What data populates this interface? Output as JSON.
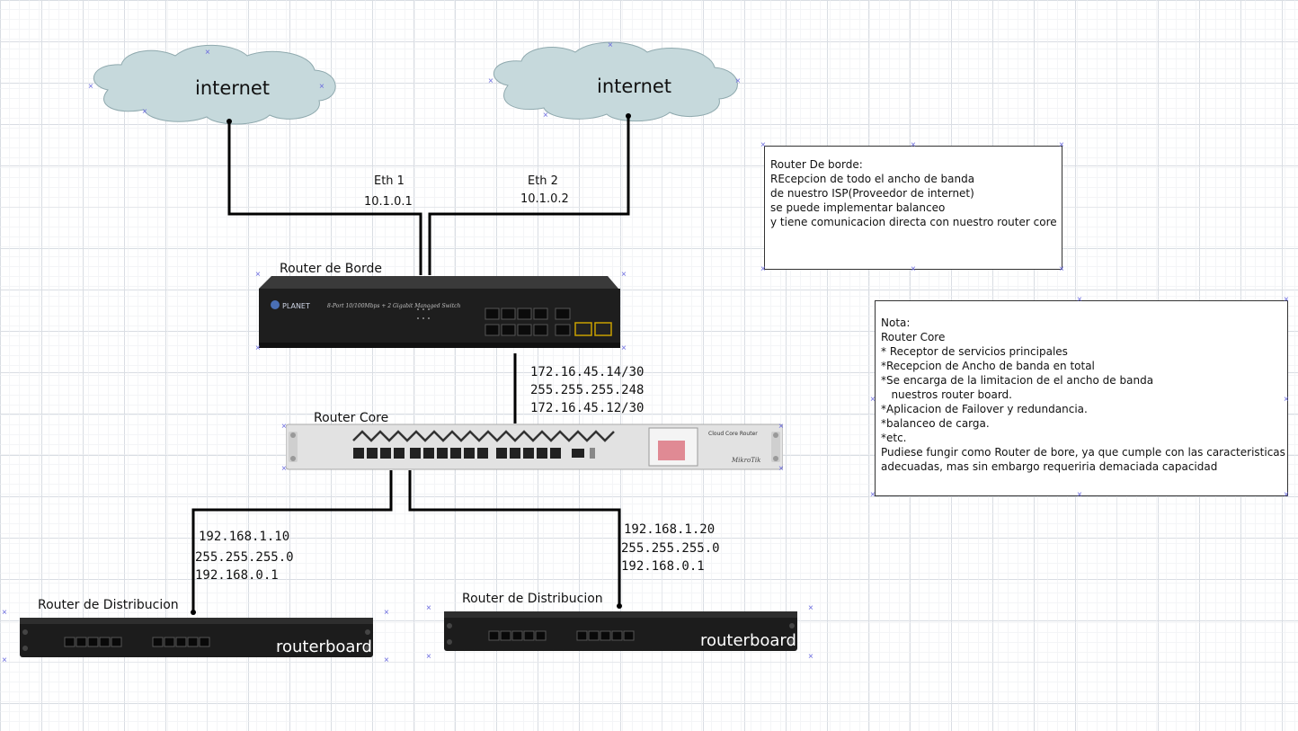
{
  "clouds": [
    {
      "label": "internet"
    },
    {
      "label": "internet"
    }
  ],
  "links": {
    "eth1": {
      "name": "Eth 1",
      "ip": "10.1.0.1"
    },
    "eth2": {
      "name": "Eth 2",
      "ip": "10.1.0.2"
    }
  },
  "devices": {
    "border_router": {
      "label": "Router de Borde",
      "brand": "PLANET",
      "model_text": "8-Port 10/100Mbps + 2 Gigabit Managed Switch"
    },
    "core_router": {
      "label": "Router Core",
      "brand": "MikroTik",
      "model_text": "Cloud Core Router"
    },
    "dist_router_1": {
      "label": "Router de Distribucion",
      "brand": "routerboard"
    },
    "dist_router_2": {
      "label": "Router de Distribucion",
      "brand": "routerboard"
    }
  },
  "core_link": {
    "lines": [
      "172.16.45.14/30",
      "255.255.255.248",
      "172.16.45.12/30"
    ]
  },
  "dist1_link": {
    "lines": [
      "192.168.1.10",
      "255.255.255.0",
      "192.168.0.1"
    ]
  },
  "dist2_link": {
    "lines": [
      "192.168.1.20",
      "255.255.255.0",
      "192.168.0.1"
    ]
  },
  "note_border": {
    "lines": [
      "Router De borde:",
      "REcepcion de todo el ancho de banda",
      " de nuestro ISP(Proveedor de internet)",
      "se puede implementar balanceo",
      "y tiene comunicacion directa con nuestro router core"
    ]
  },
  "note_core": {
    "lines": [
      "Nota:",
      "Router Core",
      "* Receptor de servicios principales",
      "*Recepcion de Ancho de banda en total",
      "*Se encarga de la limitacion de el ancho de banda",
      "   nuestros router board.",
      "*Aplicacion de Failover y redundancia.",
      "*balanceo de carga.",
      "*etc.",
      "Pudiese fungir como Router de bore, ya que cumple con las caracteristicas",
      "adecuadas, mas sin embargo requeriria demaciada capacidad"
    ]
  },
  "colors": {
    "cloud_fill": "#c6d9dc",
    "wire": "#000000",
    "handle": "#6a6adf"
  }
}
